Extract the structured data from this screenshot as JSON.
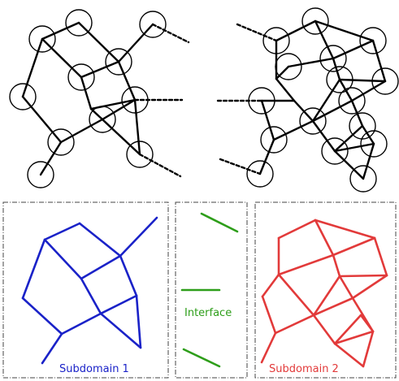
{
  "labels": {
    "subdomain1": "Subdomain 1",
    "interface": "Interface",
    "subdomain2": "Subdomain 2"
  },
  "colors": {
    "node_stroke": "#000000",
    "graph_line": "#000000",
    "subdomain1": "#1a22c8",
    "interface": "#2e9e1a",
    "subdomain2": "#e23a3a",
    "box_border": "#444444"
  }
}
